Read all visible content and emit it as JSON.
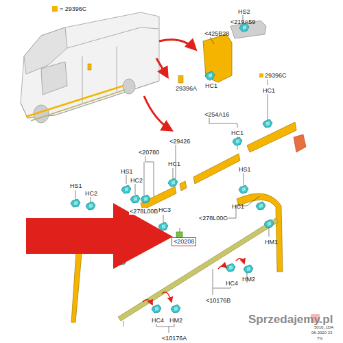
{
  "diagram": {
    "nodes": [
      {
        "text": [
          "<20208"
        ]
      }
    ],
    "labels": [
      "HS2",
      "<219A59",
      "<425B28",
      "29396A",
      "HC1",
      "29396C",
      "HC1",
      "<254A16",
      "HC1",
      "<20780",
      "<29426",
      "HC1",
      "HS1",
      "HC2",
      "HS1",
      "HC2",
      "<278L00B",
      "HC3",
      "HS1",
      "HC1",
      "<278L00C",
      "HM1",
      "HM2",
      "HC4",
      "<10176B",
      "HC4",
      "HM2",
      "<10176A",
      "5010_1DA",
      "06-2020 23",
      "TG",
      "Sprzedajemy.pl"
    ],
    "legend": [
      {
        "text": "= 29396C",
        "color": "#f5b400"
      }
    ]
  }
}
